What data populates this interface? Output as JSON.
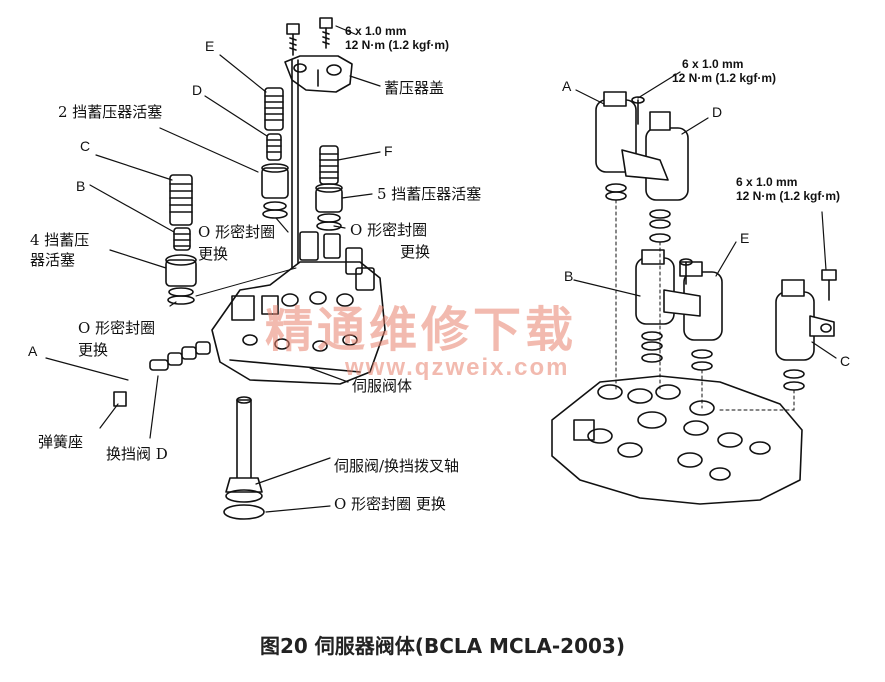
{
  "caption": "图20  伺服器阀体(BCLA MCLA-2003)",
  "watermark": {
    "text": "精通维修下载",
    "url": "www.qzweix.com"
  },
  "left": {
    "spec1": "6 x 1.0 mm",
    "spec2": "12 N·m (1.2 kgf·m)",
    "accumulator_cover": "蓄压器盖",
    "E": "E",
    "D": "D",
    "C": "C",
    "B": "B",
    "A": "A",
    "F": "F",
    "piston2": "2 挡蓄压器活塞",
    "piston4_l1": "4 挡蓄压",
    "piston4_l2": "器活塞",
    "piston5": "5 挡蓄压器活塞",
    "oring1": "O 形密封圈",
    "replace1": "更换",
    "oring2": "O 形密封圈",
    "replace2": "更换",
    "oring3": "O 形密封圈",
    "replace3": "更换",
    "servo_body": "伺服阀体",
    "spring_seat": "弹簧座",
    "shift_valve": "换挡阀 D",
    "shift_fork": "伺服阀/换挡拨叉轴",
    "oring_bottom": "O 形密封圈 更换"
  },
  "right": {
    "A": "A",
    "D": "D",
    "B": "B",
    "E": "E",
    "C": "C",
    "spec1a": "6 x 1.0 mm",
    "spec1b": "12 N·m (1.2 kgf·m)",
    "spec2a": "6 x 1.0 mm",
    "spec2b": "12 N·m (1.2 kgf·m)"
  }
}
